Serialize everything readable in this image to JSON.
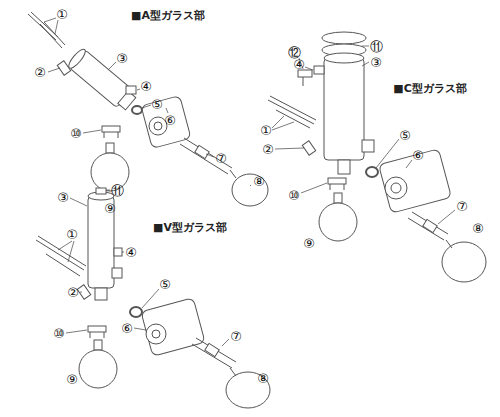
{
  "diagram": {
    "labels": [
      "■A型ガラス部",
      "①",
      "②",
      "③",
      "④",
      "⑤",
      "⑥",
      "⑦",
      "⑧",
      "⑨",
      "⑩",
      "■C型ガラス部",
      "⑫",
      "④",
      "⑪",
      "③",
      "①",
      "②",
      "⑩",
      "⑤",
      "⑥",
      "⑦",
      "⑧",
      "⑨",
      "■V型ガラス部",
      "③",
      "⑪",
      "④",
      "①",
      "②",
      "⑤",
      "⑩",
      "⑥",
      "⑦",
      "⑧",
      "⑨"
    ]
  }
}
